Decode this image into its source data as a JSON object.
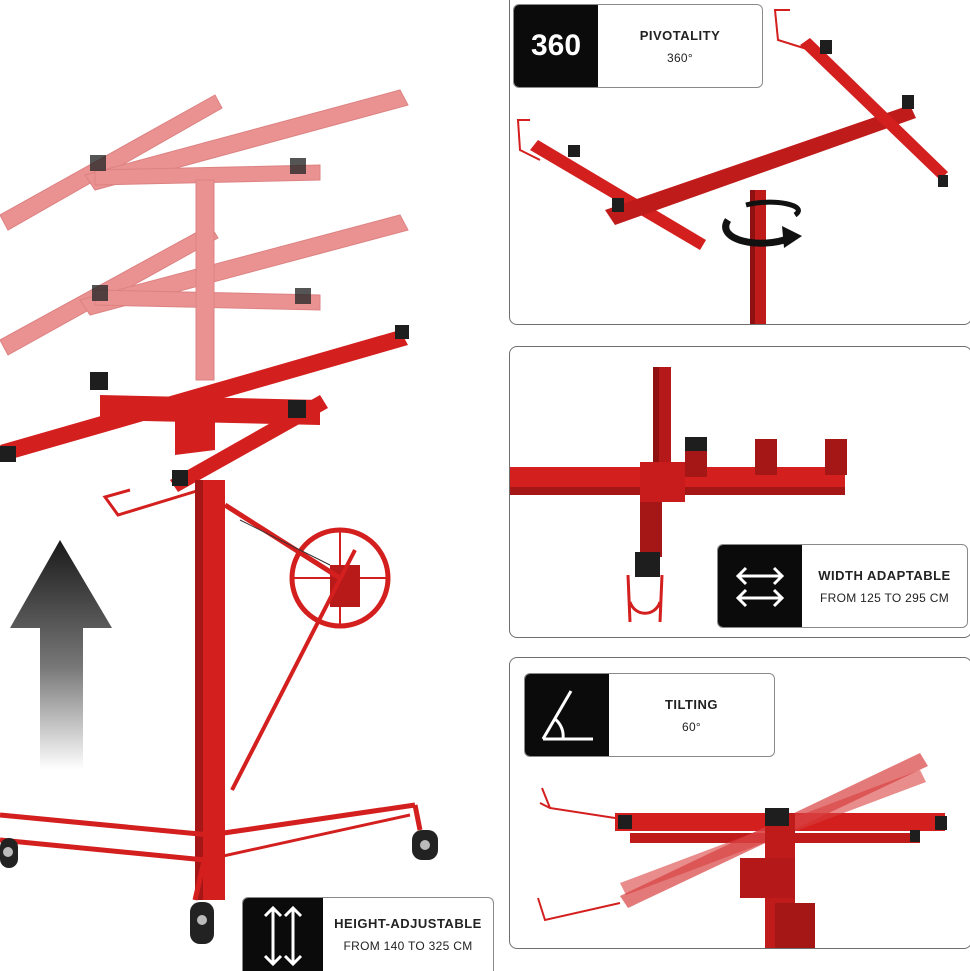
{
  "pivot": {
    "big_label": "360",
    "title": "PIVOTALITY",
    "value": "360°"
  },
  "width": {
    "title": "WIDTH ADAPTABLE",
    "value": "FROM 125 TO 295 CM"
  },
  "tilt": {
    "title": "TILTING",
    "value": "60°"
  },
  "height": {
    "title": "HEIGHT-ADJUSTABLE",
    "value": "FROM 140 TO 325 CM"
  },
  "colors": {
    "frame_red": "#d41f1f",
    "dark_red": "#8e1010",
    "badge_black": "#0b0b0b"
  },
  "icons": [
    "up-arrow-icon",
    "rotate-arrow-icon",
    "horizontal-arrows-icon",
    "angle-icon",
    "vertical-arrows-icon"
  ]
}
